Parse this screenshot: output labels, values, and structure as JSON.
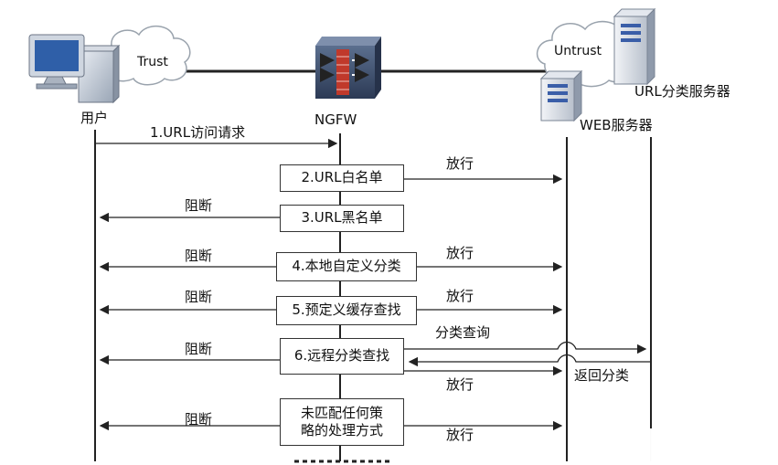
{
  "actors": {
    "user": "用户",
    "ngfw": "NGFW",
    "web_server": "WEB服务器",
    "url_server": "URL分类服务器",
    "trust": "Trust",
    "untrust": "Untrust"
  },
  "steps": {
    "s1": "1.URL访问请求",
    "s2": "2.URL白名单",
    "s3": "3.URL黑名单",
    "s4": "4.本地自定义分类",
    "s5": "5.预定义缓存查找",
    "s6": "6.远程分类查找",
    "s7_line1": "未匹配任何策",
    "s7_line2": "略的处理方式"
  },
  "actions": {
    "allow": "放行",
    "block": "阻断",
    "query": "分类查询",
    "return": "返回分类"
  },
  "colors": {
    "line": "#222222",
    "server_blue": "#3a5ea8",
    "firewall_red": "#c0392b"
  }
}
